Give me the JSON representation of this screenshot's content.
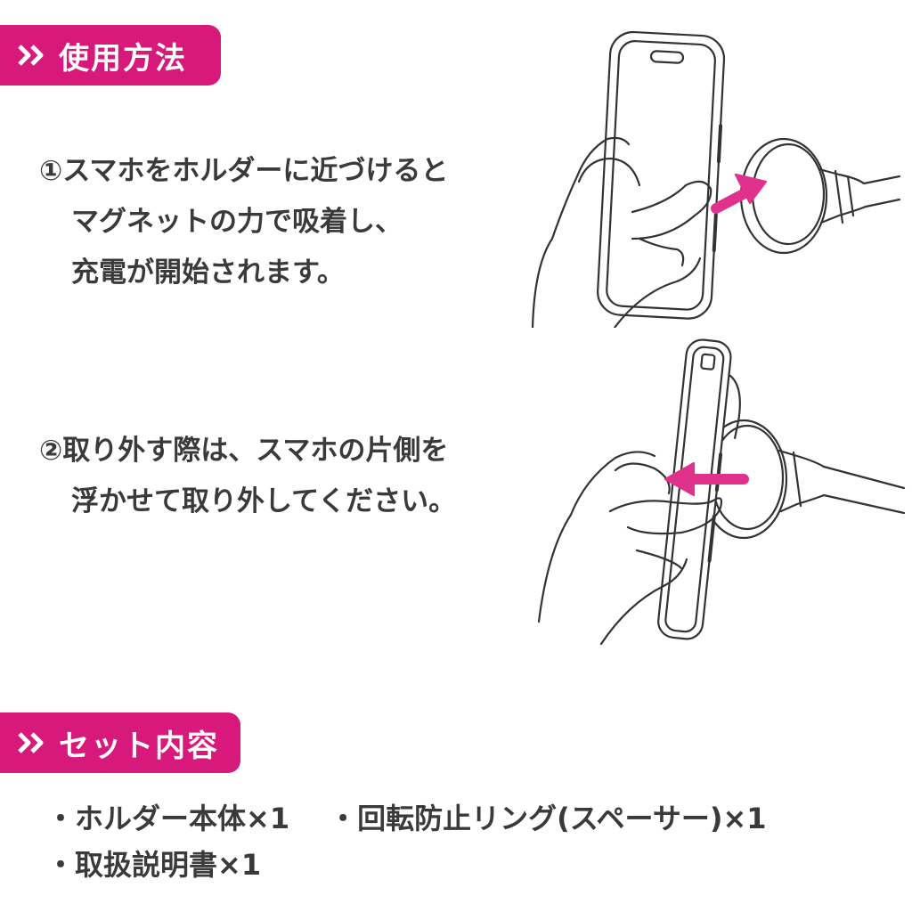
{
  "sections": {
    "usage": {
      "title": "使用方法"
    },
    "contents": {
      "title": "セット内容"
    }
  },
  "steps": [
    {
      "lines": [
        "①スマホをホルダーに近づけると",
        "マグネットの力で吸着し、",
        "充電が開始されます。"
      ]
    },
    {
      "lines": [
        "②取り外す際は、スマホの片側を",
        "浮かせて取り外してください。"
      ]
    }
  ],
  "set_items": {
    "row1": [
      "・ホルダー本体×1",
      "・回転防止リング(スペーサー)×1"
    ],
    "row2": [
      "・取扱説明書×1"
    ]
  },
  "colors": {
    "accent": "#d6197a",
    "text": "#3a3a3a",
    "line_art": "#333333",
    "arrow": "#e0328c"
  },
  "icons": {
    "tab_marker": "double-chevron-right-icon",
    "illustration_1": "phone-attach-to-magnetic-holder-illustration",
    "illustration_2": "phone-detach-from-magnetic-holder-illustration"
  }
}
